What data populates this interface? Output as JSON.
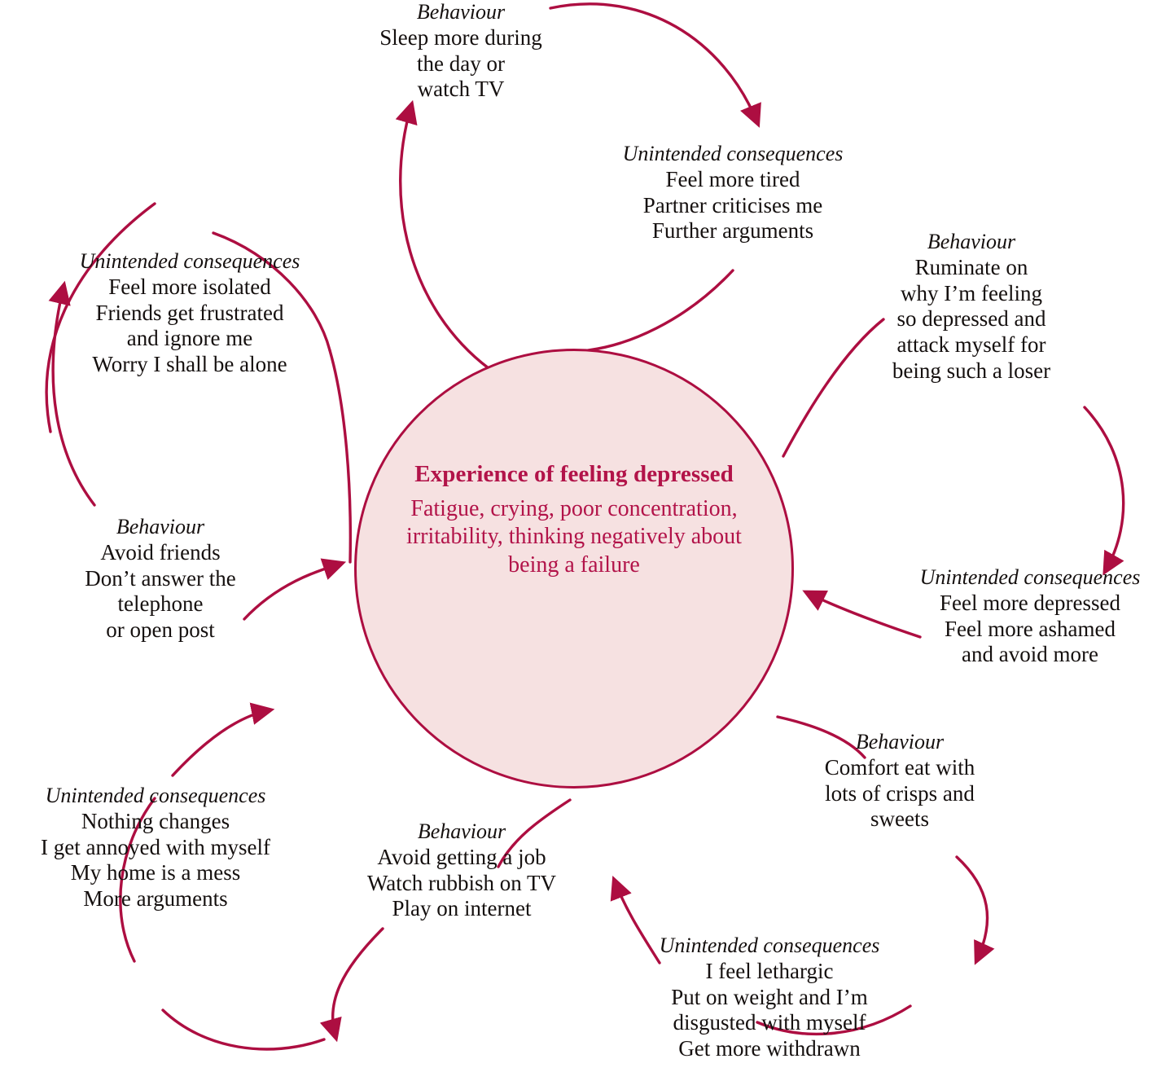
{
  "diagram": {
    "title_role": "vicious-cycle-maintenance-diagram",
    "colors": {
      "accent": "#ad0e41",
      "centre_fill": "#f6e1e1",
      "centre_text": "#b21349",
      "node_text": "#15100f"
    },
    "centre": {
      "title_lines": [
        "Experience of",
        "feeling depressed"
      ],
      "body_lines": [
        "Fatigue, crying, poor",
        "concentration, irritability,",
        "thinking negatively about",
        "being a failure"
      ]
    },
    "labels": {
      "behaviour": "Behaviour",
      "consequences": "Unintended consequences"
    },
    "nodes": [
      {
        "id": "top-behaviour",
        "kind": "Behaviour",
        "lines": [
          "Sleep more during",
          "the day or",
          "watch TV"
        ]
      },
      {
        "id": "top-consequences",
        "kind": "Unintended consequences",
        "lines": [
          "Feel more tired",
          "Partner criticises me",
          "Further arguments"
        ]
      },
      {
        "id": "right-behaviour",
        "kind": "Behaviour",
        "lines": [
          "Ruminate on",
          "why I’m feeling",
          "so depressed and",
          "attack myself for",
          "being such a loser"
        ]
      },
      {
        "id": "right-consequences",
        "kind": "Unintended consequences",
        "lines": [
          "Feel more depressed",
          "Feel more ashamed",
          "and avoid more"
        ]
      },
      {
        "id": "bottom-right-behaviour",
        "kind": "Behaviour",
        "lines": [
          "Comfort eat with",
          "lots of crisps and",
          "sweets"
        ]
      },
      {
        "id": "bottom-right-consequences",
        "kind": "Unintended consequences",
        "lines": [
          "I feel lethargic",
          "Put on weight and I’m",
          "disgusted with myself",
          "Get more withdrawn"
        ]
      },
      {
        "id": "bottom-behaviour",
        "kind": "Behaviour",
        "lines": [
          "Avoid getting a job",
          "Watch rubbish on TV",
          "Play on internet"
        ]
      },
      {
        "id": "bottom-left-consequences",
        "kind": "Unintended consequences",
        "lines": [
          "Nothing changes",
          "I get annoyed with myself",
          "My home is a mess",
          "More arguments"
        ]
      },
      {
        "id": "left-behaviour",
        "kind": "Behaviour",
        "lines": [
          "Avoid friends",
          "Don’t answer the",
          "telephone",
          "or open post"
        ]
      },
      {
        "id": "left-consequences",
        "kind": "Unintended consequences",
        "lines": [
          "Feel more isolated",
          "Friends get frustrated",
          "and ignore me",
          "Worry I shall be alone"
        ]
      }
    ]
  }
}
